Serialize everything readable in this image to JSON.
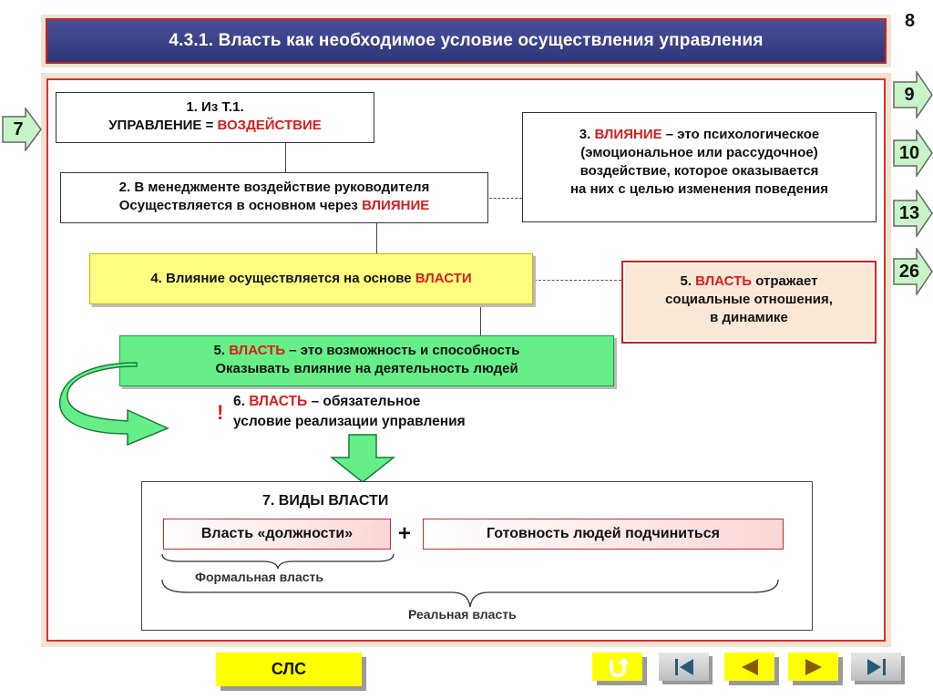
{
  "title": "4.3.1. Власть как необходимое условие осуществления управления",
  "page_number": "8",
  "side_nav": {
    "back": "7",
    "links": [
      "9",
      "10",
      "13",
      "26"
    ]
  },
  "box1": {
    "line1": "1. Из Т.1.",
    "line2_a": "УПРАВЛЕНИЕ = ",
    "line2_b": "ВОЗДЕЙСТВИЕ"
  },
  "box2": {
    "line1": "2. В менеджменте воздействие руководителя",
    "line2_a": "Осуществляется в основном через ",
    "line2_b": "ВЛИЯНИЕ"
  },
  "box3": {
    "prefix": "3. ",
    "term": "ВЛИЯНИЕ",
    "line1_rest": " – это психологическое",
    "line2": "(эмоциональное или рассудочное)",
    "line3": "воздействие, которое оказывается",
    "line4": "на них с целью изменения поведения"
  },
  "box4": {
    "text_a": "4. Влияние осуществляется на основе ",
    "text_b": "ВЛАСТИ"
  },
  "box5r": {
    "prefix": "5. ",
    "term": "ВЛАСТЬ",
    "line1_rest": " отражает",
    "line2": "социальные отношения,",
    "line3": "в динамике"
  },
  "box5g": {
    "prefix": "5. ",
    "term": "ВЛАСТЬ",
    "line1_rest": " – это возможность и способность",
    "line2": "Оказывать влияние на деятельность людей"
  },
  "note6": {
    "mark": "!",
    "prefix": "6. ",
    "term": "ВЛАСТЬ",
    "line1_rest": " – обязательное",
    "line2": "условие реализации управления"
  },
  "kinds": {
    "title": "7. ВИДЫ ВЛАСТИ",
    "left": "Власть «должности»",
    "plus": "+",
    "right": "Готовность людей подчиниться",
    "formal": "Формальная власть",
    "real": "Реальная власть"
  },
  "bottom": {
    "sls": "СЛС"
  },
  "colors": {
    "accent_red": "#d42020",
    "title_bg": "#3a4088",
    "green": "#66ee88",
    "yellow": "#ffff80"
  }
}
